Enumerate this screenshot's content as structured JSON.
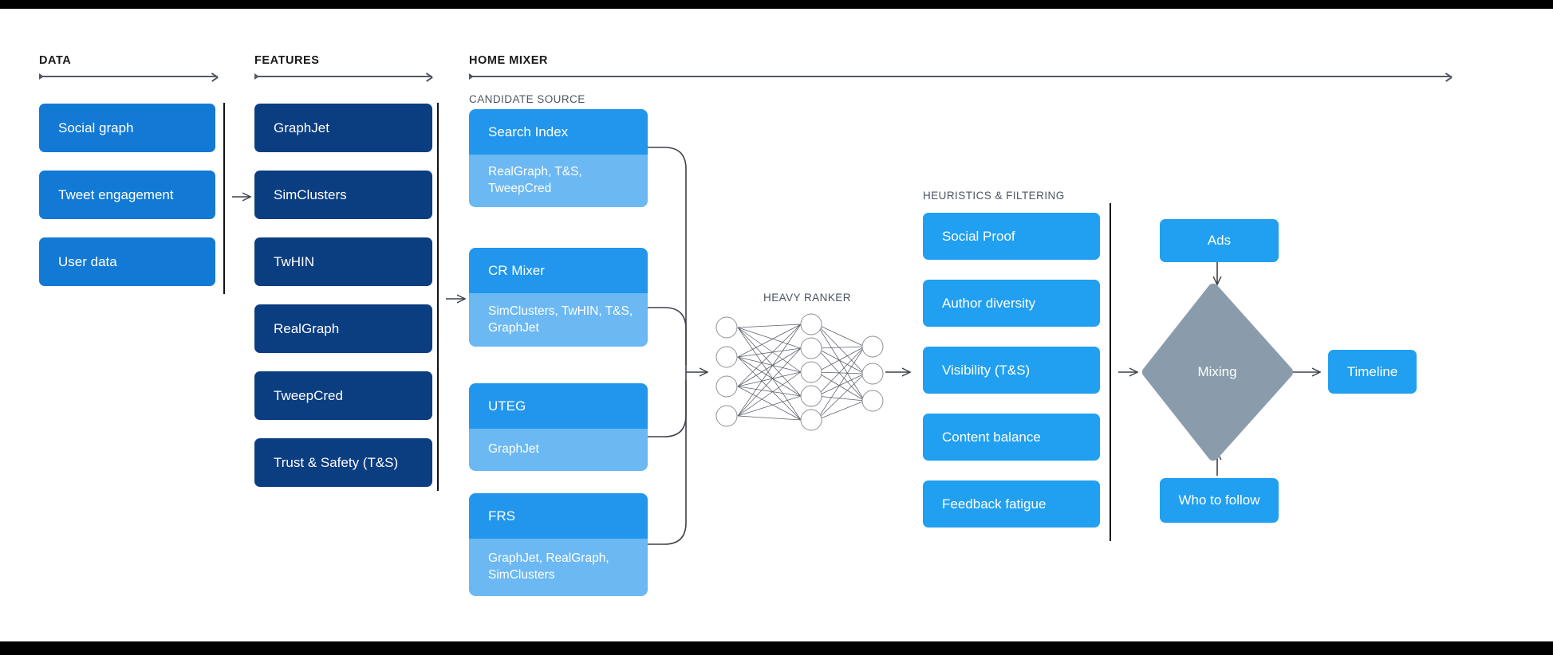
{
  "sections": {
    "data": {
      "label": "DATA"
    },
    "features": {
      "label": "FEATURES"
    },
    "home_mixer": {
      "label": "HOME MIXER"
    },
    "candidate_source": {
      "label": "CANDIDATE SOURCE"
    },
    "heavy_ranker": {
      "label": "HEAVY RANKER"
    },
    "heuristics": {
      "label": "HEURISTICS & FILTERING"
    }
  },
  "data_boxes": [
    {
      "label": "Social graph"
    },
    {
      "label": "Tweet engagement"
    },
    {
      "label": "User data"
    }
  ],
  "feature_boxes": [
    {
      "label": "GraphJet"
    },
    {
      "label": "SimClusters"
    },
    {
      "label": "TwHIN"
    },
    {
      "label": "RealGraph"
    },
    {
      "label": "TweepCred"
    },
    {
      "label": "Trust & Safety (T&S)"
    }
  ],
  "candidate_sources": [
    {
      "title": "Search Index",
      "detail": "RealGraph, T&S, TweepCred"
    },
    {
      "title": "CR Mixer",
      "detail": "SimClusters, TwHIN, T&S, GraphJet"
    },
    {
      "title": "UTEG",
      "detail": "GraphJet"
    },
    {
      "title": "FRS",
      "detail": "GraphJet, RealGraph, SimClusters"
    }
  ],
  "heuristic_boxes": [
    {
      "label": "Social Proof"
    },
    {
      "label": "Author diversity"
    },
    {
      "label": "Visibility (T&S)"
    },
    {
      "label": "Content balance"
    },
    {
      "label": "Feedback fatigue"
    }
  ],
  "output": {
    "ads": "Ads",
    "mixing": "Mixing",
    "timeline": "Timeline",
    "who_to_follow": "Who to follow"
  },
  "neural_net": {
    "layers": [
      4,
      5,
      3
    ]
  },
  "colors": {
    "data_blue": "#1279d5",
    "feature_navy": "#0b3d81",
    "candidate_header": "#2196ec",
    "candidate_body": "#6cb8f2",
    "heuristic_blue": "#219ff0",
    "mixing_gray": "#8a9cab",
    "connector": "#3d4148",
    "divider": "#111217",
    "letterbox": "#000000"
  }
}
